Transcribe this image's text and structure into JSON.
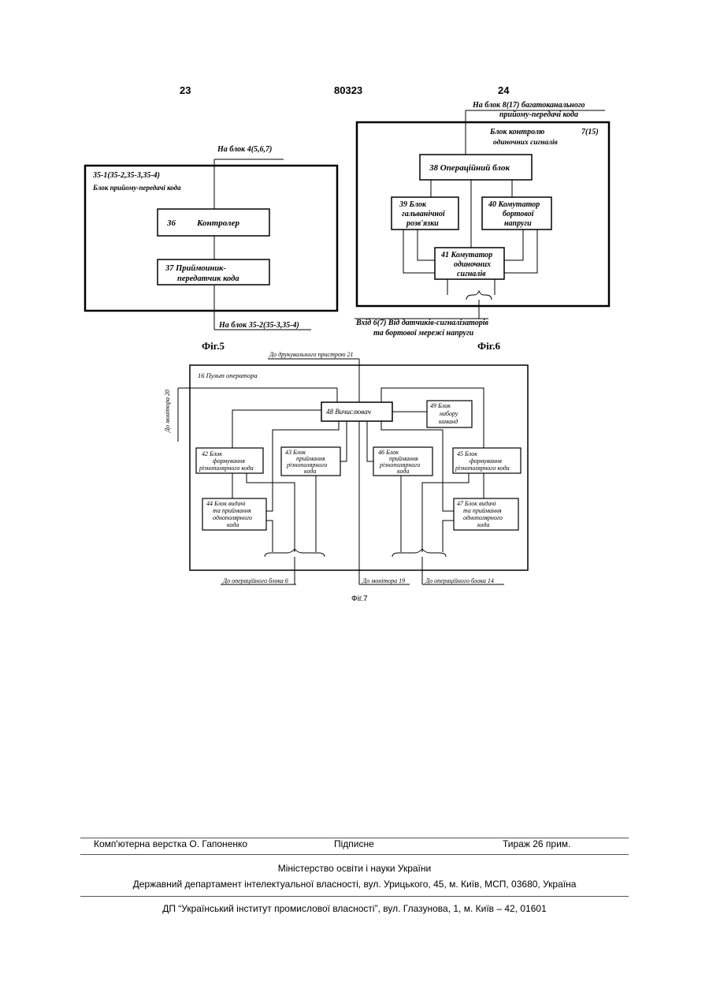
{
  "header": {
    "left_page": "23",
    "patent_number": "80323",
    "right_page": "24"
  },
  "fig5": {
    "caption": "Фіг.5",
    "block_title_line1": "35-1(35-2,35-3,35-4)",
    "block_title_line2": "Блок прийому-передачі кода",
    "top_link": "На блок  4(5,6,7)",
    "bottom_link": "На блок  35-2(35-3,35-4)",
    "b36_num": "36",
    "b36_label": "Контролер",
    "b37_line1": "37       Приймоиник-",
    "b37_line2": "передатчик кода"
  },
  "fig6": {
    "caption": "Фіг.6",
    "top_link_line1": "На блок 8(17) багатоканального",
    "top_link_line2": "прийому-передачі кода",
    "block_title_line1": "Блок контролю",
    "block_title_num": "7(15)",
    "block_title_line2": "одиночних сигналів",
    "b38": "38        Операційний блок",
    "b39_line1": "39  Блок",
    "b39_line2": "гальванічної",
    "b39_line3": "розв'язки",
    "b40_line1": "40  Комутатор",
    "b40_line2": "бортової",
    "b40_line3": "напруги",
    "b41_line1": "41  Комутатор",
    "b41_line2": "одиночних",
    "b41_line3": "сигналів",
    "input_line1": "Вхід 6(7)  Від датчиків-сигналізаторів",
    "input_line2": "та бортової мережі напруги"
  },
  "fig7": {
    "caption": "Фіг.7",
    "top_link": "До друкувального пристрою 21",
    "block_title": "16  Пульт оператора",
    "side_link": "До монітора 20",
    "b48": "48     Вичислювач",
    "b49_line1": "49  Блок",
    "b49_line2": "набору",
    "b49_line3": "команд",
    "b42_line1": "42       Блок",
    "b42_line2": "формування",
    "b42_line3": "різнополярного кода",
    "b43_line1": "43        Блок",
    "b43_line2": "приймання",
    "b43_line3": "різнополярного",
    "b43_line4": "кода",
    "b46_line1": "46        Блок",
    "b46_line2": "приймання",
    "b46_line3": "різнополярного",
    "b46_line4": "кода",
    "b45_line1": "45       Блок",
    "b45_line2": "формування",
    "b45_line3": "різнополярного кода",
    "b44_line1": "44  Блок видачі",
    "b44_line2": "та приймання",
    "b44_line3": "однополярного",
    "b44_line4": "кода",
    "b47_line1": "47  Блок видачі",
    "b47_line2": "та приймання",
    "b47_line3": "однополярного",
    "b47_line4": "кода",
    "bottom_left": "До операційного блока 6",
    "bottom_mid": "До монітора 19",
    "bottom_right": "До операційного блока 14"
  },
  "footer": {
    "layout": "Комп'ютерна верстка О. Гапоненко",
    "signed": "Підписне",
    "circulation": "Тираж 26 прим.",
    "ministry": "Міністерство освіти і науки України",
    "department": "Державний департамент інтелектуальної власності, вул. Урицького, 45, м. Київ, МСП, 03680, Україна",
    "institute": "ДП “Український інститут промислової власності”, вул. Глазунова, 1, м. Київ – 42, 01601"
  }
}
